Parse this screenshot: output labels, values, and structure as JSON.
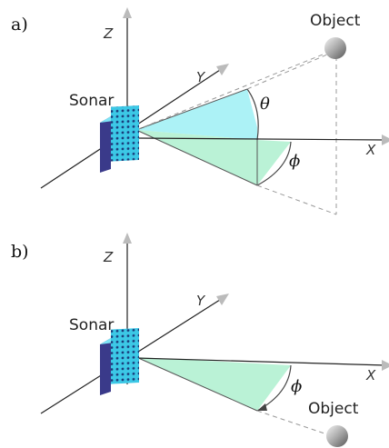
{
  "panel_a": {
    "tag": "a)",
    "axis_z": "Z",
    "axis_y": "Y",
    "axis_x": "X",
    "sonar_label": "Sonar",
    "object_label": "Object",
    "theta": "θ",
    "phi": "ϕ"
  },
  "panel_b": {
    "tag": "b)",
    "axis_z": "Z",
    "axis_y": "Y",
    "axis_x": "X",
    "sonar_label": "Sonar",
    "object_label": "Object",
    "phi": "ϕ"
  },
  "colors": {
    "axis": "#222222",
    "arrowhead": "#bbbbbb",
    "dashed": "#999999",
    "sonar_front": "#3cc8e6",
    "sonar_side": "#3a3a8a",
    "wedge_theta": "#9ef0f5",
    "wedge_phi": "#aef0cf"
  }
}
